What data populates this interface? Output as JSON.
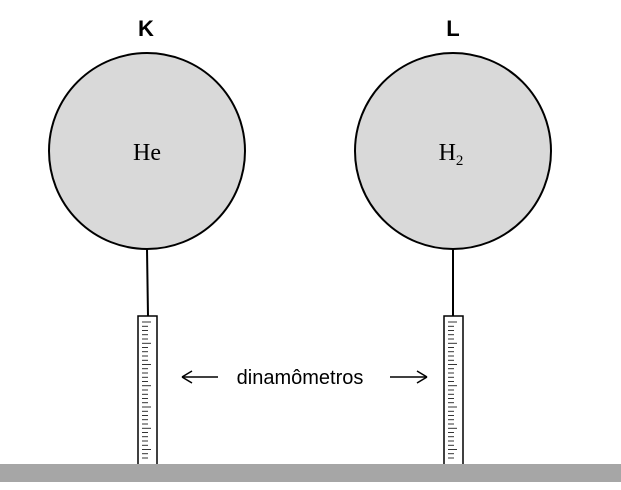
{
  "balloons": [
    {
      "label": "K",
      "gas": "He",
      "gas_sub": ""
    },
    {
      "label": "L",
      "gas": "H",
      "gas_sub": "2"
    }
  ],
  "annotation": {
    "text": "dinamômetros"
  },
  "colors": {
    "balloon_fill": "#d9d9d9",
    "ground": "#a6a6a6",
    "stroke": "#000000",
    "gauge_fill": "#ffffff"
  }
}
